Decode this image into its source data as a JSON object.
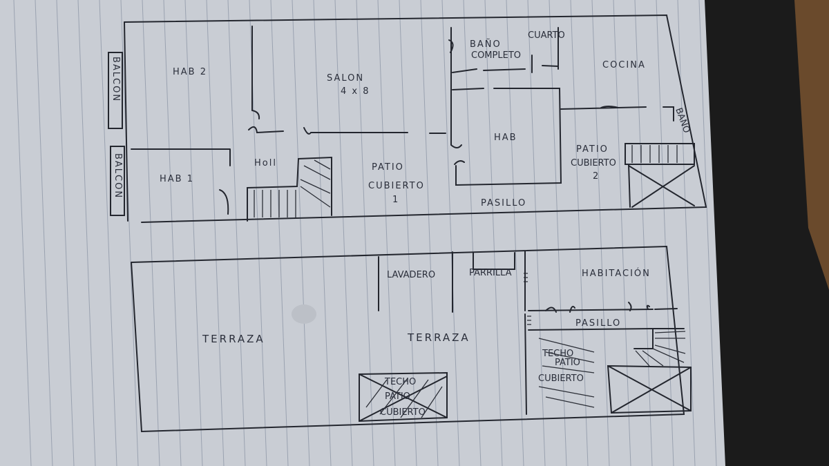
{
  "planta_baja": {
    "hab_2": "HAB 2",
    "balcon_top": "BALCON",
    "hab_1": "HAB 1",
    "balcon_bottom": "BALCON",
    "salon": "SALON",
    "salon_size": "4 x 8",
    "holl": "Holl",
    "patio_cubierto_1": "PATIO",
    "patio_cubierto_1_b": "CUBIERTO",
    "patio_cubierto_1_n": "1",
    "bano_completo": "BAÑO",
    "bano_completo_b": "COMPLETO",
    "cuarto": "CUARTO",
    "cocina": "COCINA",
    "hab": "HAB",
    "patio_cubierto_2": "PATIO",
    "patio_cubierto_2_b": "CUBIERTO",
    "patio_cubierto_2_n": "2",
    "bano": "BAÑO",
    "pasillo": "PASILLO"
  },
  "planta_alta": {
    "terraza_left": "TERRAZA",
    "terraza_center": "TERRAZA",
    "lavadero": "LAVADERO",
    "parrilla": "PARRILLA",
    "habitacion": "HABITACIÓN",
    "pasillo": "PASILLO",
    "techo_patio_1": "TECHO",
    "techo_patio_1_b": "PATIO",
    "techo_patio_1_c": "CUBIERTO",
    "techo_patio_2": "TECHO",
    "techo_patio_2_b": "PATIO",
    "techo_patio_2_c": "CUBIERTO"
  },
  "colors": {
    "paper": "#c9cdd4",
    "ink": "#23262e",
    "desk": "#1b1b1b",
    "wood": "#6a4a2c"
  }
}
